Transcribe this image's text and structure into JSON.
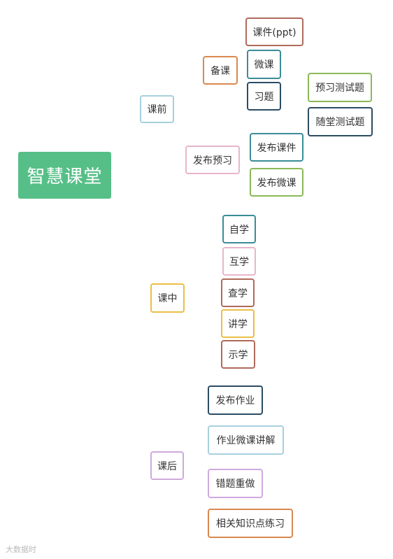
{
  "root": {
    "label": "智慧课堂",
    "color": "#56bf87"
  },
  "colors": {
    "teal": "#3b8c97",
    "brick": "#b06a5c",
    "orange": "#d9894f",
    "navy": "#2b4c63",
    "green": "#8ab858",
    "pink": "#e6b6cc",
    "lightblue": "#a7d0de",
    "yellow": "#e9be46",
    "purple": "#cfa9dd",
    "gray": "#aaaaaa"
  },
  "phases": {
    "pre": {
      "label": "课前",
      "prepare": "备课",
      "courseware": "课件(ppt)",
      "microlesson": "微课",
      "exercises": "习题",
      "preview_quiz": "预习测试题",
      "inclass_quiz": "随堂测试题",
      "publish_preview": "发布预习",
      "publish_courseware": "发布课件",
      "publish_microlesson": "发布微课"
    },
    "during": {
      "label": "课中",
      "self_study": "自学",
      "mutual_study": "互学",
      "inquiry_study": "查学",
      "lecture_study": "讲学",
      "demo_study": "示学"
    },
    "post": {
      "label": "课后",
      "publish_homework": "发布作业",
      "homework_explain": "作业微课讲解",
      "redo_mistakes": "错题重做",
      "related_practice": "相关知识点练习"
    }
  },
  "watermark": "大数据时"
}
